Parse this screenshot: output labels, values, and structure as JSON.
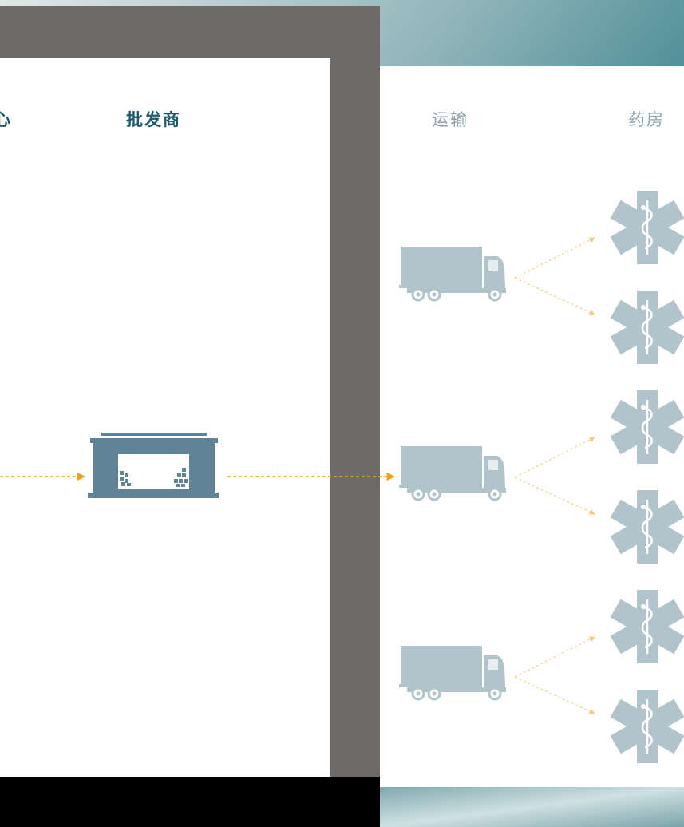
{
  "columns": {
    "center": "心",
    "wholesaler": "批发商",
    "transport": "运输",
    "pharmacy": "药房"
  },
  "icons": {
    "warehouse": "warehouse-icon",
    "truck": "truck-icon",
    "pharmacy": "star-of-life-icon"
  },
  "colors": {
    "heading_primary": "#1d5a6c",
    "heading_muted": "#8ea4ad",
    "arrow_solid": "#f0a020",
    "arrow_light": "#f3c878",
    "warehouse": "#5f8497",
    "truck": "#b1c3cb",
    "pharmacy": "#b1c3cb",
    "frame_dark": "#6e6a67"
  },
  "distribution": {
    "trucks": 3,
    "pharmacies_per_truck": 2
  }
}
